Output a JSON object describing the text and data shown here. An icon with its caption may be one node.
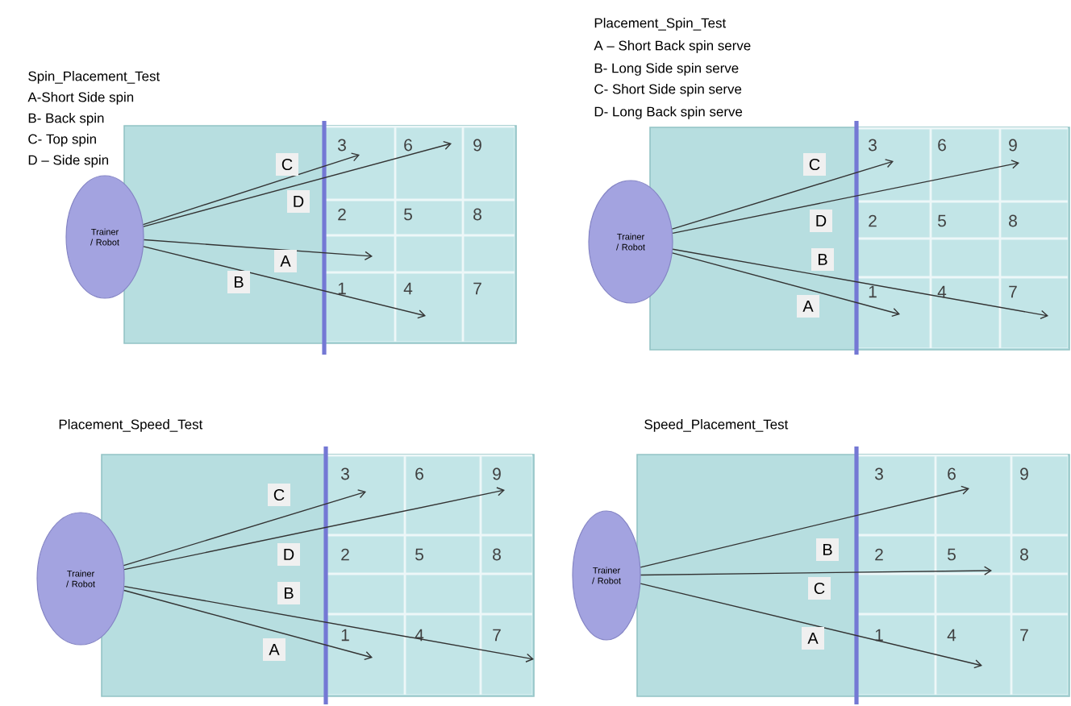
{
  "diagram": {
    "nodes": [
      {
        "text": [
          "Trainer / Robot"
        ]
      },
      {
        "text": [
          "Trainer / Robot"
        ]
      },
      {
        "text": [
          "Trainer / Robot"
        ]
      },
      {
        "text": [
          "Trainer / Robot"
        ]
      },
      {
        "text": [
          "3"
        ]
      },
      {
        "text": [
          "6"
        ]
      },
      {
        "text": [
          "9"
        ]
      },
      {
        "text": [
          "2"
        ]
      },
      {
        "text": [
          "5"
        ]
      },
      {
        "text": [
          "8"
        ]
      },
      {
        "text": [
          "1"
        ]
      },
      {
        "text": [
          "4"
        ]
      },
      {
        "text": [
          "7"
        ]
      },
      {
        "text": [
          "3"
        ]
      },
      {
        "text": [
          "6"
        ]
      },
      {
        "text": [
          "9"
        ]
      },
      {
        "text": [
          "2"
        ]
      },
      {
        "text": [
          "5"
        ]
      },
      {
        "text": [
          "8"
        ]
      },
      {
        "text": [
          "1"
        ]
      },
      {
        "text": [
          "4"
        ]
      },
      {
        "text": [
          "7"
        ]
      },
      {
        "text": [
          "3"
        ]
      },
      {
        "text": [
          "6"
        ]
      },
      {
        "text": [
          "9"
        ]
      },
      {
        "text": [
          "2"
        ]
      },
      {
        "text": [
          "5"
        ]
      },
      {
        "text": [
          "8"
        ]
      },
      {
        "text": [
          "1"
        ]
      },
      {
        "text": [
          "4"
        ]
      },
      {
        "text": [
          "7"
        ]
      },
      {
        "text": [
          "3"
        ]
      },
      {
        "text": [
          "6"
        ]
      },
      {
        "text": [
          "9"
        ]
      },
      {
        "text": [
          "2"
        ]
      },
      {
        "text": [
          "5"
        ]
      },
      {
        "text": [
          "8"
        ]
      },
      {
        "text": [
          "1"
        ]
      },
      {
        "text": [
          "4"
        ]
      },
      {
        "text": [
          "7"
        ]
      }
    ],
    "edges": [
      {
        "from": 0,
        "to": 4,
        "arrow": "to",
        "label": "C"
      },
      {
        "from": 0,
        "to": 6,
        "arrow": "to",
        "label": "D"
      },
      {
        "from": 0,
        "to": 10,
        "arrow": "to",
        "label": "A"
      },
      {
        "from": 0,
        "to": 11,
        "arrow": "to",
        "label": "B"
      },
      {
        "from": 1,
        "to": 13,
        "arrow": "to",
        "label": "C"
      },
      {
        "from": 1,
        "to": 15,
        "arrow": "to",
        "label": "D"
      },
      {
        "from": 1,
        "to": 21,
        "arrow": "to",
        "label": "B"
      },
      {
        "from": 1,
        "to": 19,
        "arrow": "to",
        "label": "A"
      },
      {
        "from": 2,
        "to": 22,
        "arrow": "to",
        "label": "C"
      },
      {
        "from": 2,
        "to": 24,
        "arrow": "to",
        "label": "D"
      },
      {
        "from": 2,
        "to": 30,
        "arrow": "to",
        "label": "B"
      },
      {
        "from": 2,
        "to": 28,
        "arrow": "to",
        "label": "A"
      },
      {
        "from": 3,
        "to": 32,
        "arrow": "to",
        "label": "B"
      },
      {
        "from": 3,
        "to": 35,
        "arrow": "to",
        "label": "C"
      },
      {
        "from": 3,
        "to": 38,
        "arrow": "to",
        "label": "A"
      }
    ],
    "labels": [
      "Spin_Placement_Test",
      "A-Short Side spin",
      "B- Back spin",
      "C- Top spin",
      "D – Side spin",
      "Placement_Spin_Test",
      "A – Short Back spin serve",
      "B- Long Side spin serve",
      "C- Short Side spin serve",
      "D- Long Back spin serve",
      "Placement_Speed_Test",
      "Speed_Placement_Test"
    ]
  }
}
